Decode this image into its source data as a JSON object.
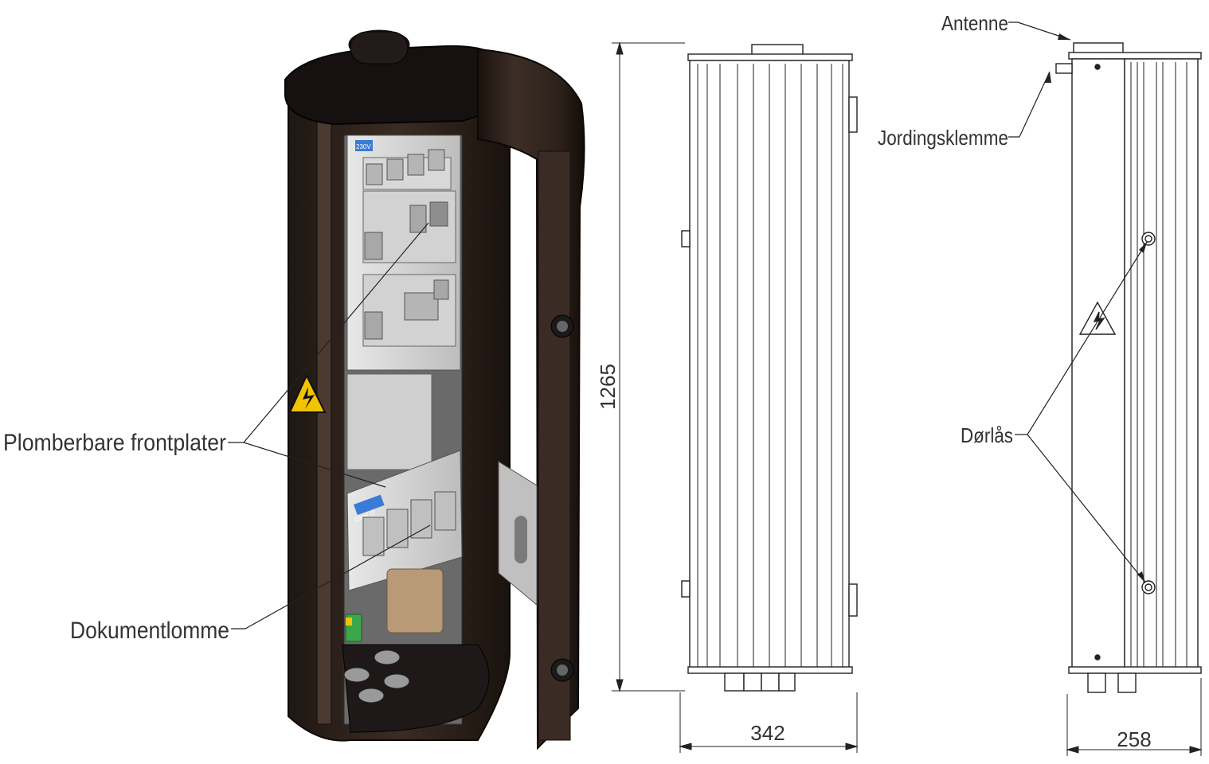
{
  "callouts": {
    "plomberbare": "Plomberbare frontplater",
    "dokumentlomme": "Dokumentlomme",
    "antenne": "Antenne",
    "jordingsklemme": "Jordingsklemme",
    "dorlas": "Dørlås"
  },
  "dimensions": {
    "height": "1265",
    "front_width": "342",
    "side_width": "258"
  },
  "panel_labels": {
    "top_badge": "230V",
    "lower_badge": "230V IT"
  },
  "colors": {
    "cabinet_body": "#2d211b",
    "cabinet_edge": "#1a120e",
    "panel": "#c9c9c9",
    "panel_light": "#e4e4e4",
    "warning": "#f2c400",
    "badge": "#3a7bd5",
    "drawing_line": "#222222"
  }
}
